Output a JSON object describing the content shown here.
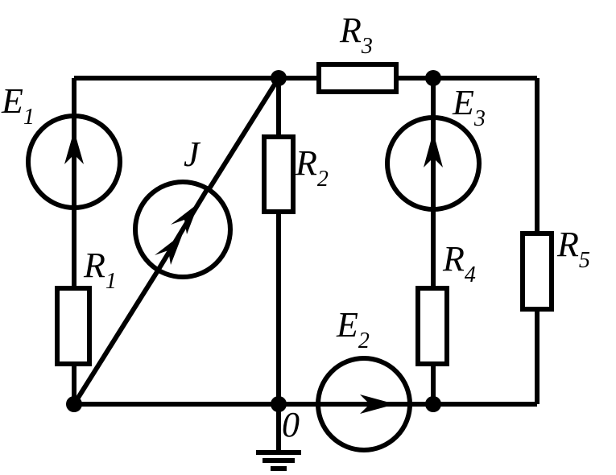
{
  "labels": {
    "E1": {
      "main": "E",
      "sub": "1"
    },
    "J": {
      "main": "J",
      "sub": ""
    },
    "R1": {
      "main": "R",
      "sub": "1"
    },
    "R2": {
      "main": "R",
      "sub": "2"
    },
    "R3": {
      "main": "R",
      "sub": "3"
    },
    "E3": {
      "main": "E",
      "sub": "3"
    },
    "R4": {
      "main": "R",
      "sub": "4"
    },
    "R5": {
      "main": "R",
      "sub": "5"
    },
    "E2": {
      "main": "E",
      "sub": "2"
    },
    "ground": "0"
  },
  "colors": {
    "ink": "#000000",
    "background": "#ffffff"
  }
}
